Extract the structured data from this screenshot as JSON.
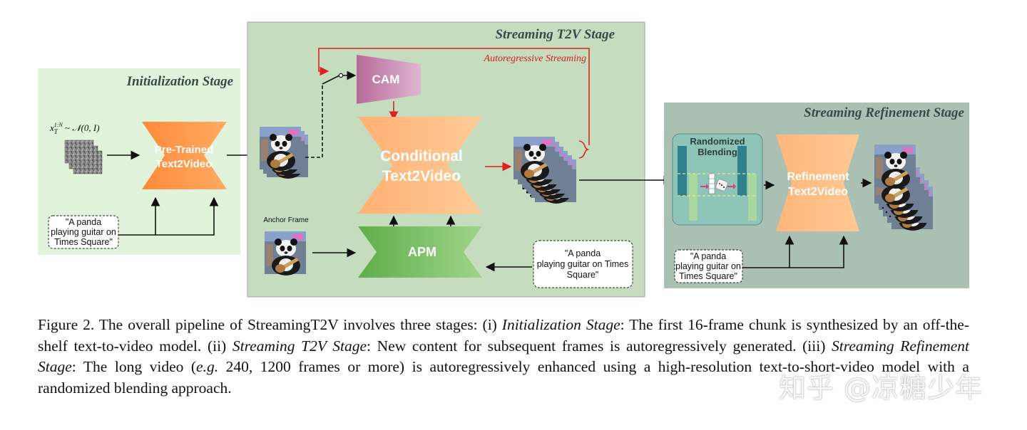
{
  "stages": {
    "initialization": "Initialization Stage",
    "streaming": "Streaming T2V Stage",
    "refinement": "Streaming Refinement Stage"
  },
  "blocks": {
    "pretrained": [
      "Pre-Trained",
      "Text2Video"
    ],
    "cam": "CAM",
    "conditional": [
      "Conditional",
      "Text2Video"
    ],
    "apm": "APM",
    "refinement": [
      "Refinement",
      "Text2Video"
    ],
    "randomized_blending": [
      "Randomized",
      "Blending"
    ]
  },
  "labels": {
    "autoregressive": "Autoregressive Streaming",
    "anchor_frame": "Anchor Frame",
    "noise_math": "x_T^{1:N} ~ N(0, I)"
  },
  "prompt": [
    "\"A panda",
    "playing guitar on",
    "Times Square\""
  ],
  "prompt_apm": [
    "\"A panda",
    "playing guitar on Times",
    "Square\""
  ],
  "caption": {
    "p1": "Figure 2.  The overall pipeline of StreamingT2V involves three stages: (i) ",
    "i1": "Initialization Stage",
    "p2": ": The first 16-frame chunk is synthesized by an off-the-shelf text-to-video model. (ii) ",
    "i2": "Streaming T2V Stage",
    "p3": ": New content for subsequent frames is autoregressively generated. (iii) ",
    "i3": "Streaming Refinement Stage",
    "p4": ": The long video (",
    "i4": "e.g.",
    "p5": " 240, 1200 frames or more) is autoregressively enhanced using a high-resolution text-to-short-video model with a randomized blending approach."
  },
  "watermark": "知乎 @凉糖少年",
  "colors": {
    "init_bg": "#e1f3db",
    "stream_bg": "#c6dcbf",
    "refine_bg": "#aac0b2",
    "orange": "#ffa35c",
    "orange_light": "#ffc38a",
    "cam": "#c080a8",
    "apm": "#7cc060",
    "red": "#e02020",
    "teal": "#3d8c94"
  }
}
